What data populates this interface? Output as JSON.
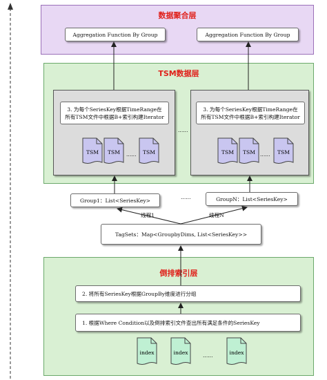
{
  "aggregation_layer": {
    "title": "数据聚合层",
    "functions": [
      "Aggregation Function By Group",
      "Aggregation Function By Group"
    ]
  },
  "tsm_layer": {
    "title": "TSM数据层",
    "panels": [
      {
        "step": "3. 为每个SeriesKey根据TimeRange在所有TSM文件中根据B+索引构建Iterator",
        "files": [
          "TSM",
          "TSM",
          "TSM"
        ],
        "ellipsis": "......"
      },
      {
        "step": "3. 为每个SeriesKey根据TimeRange在所有TSM文件中根据B+索引构建Iterator",
        "files": [
          "TSM",
          "TSM",
          "TSM"
        ],
        "ellipsis": "......"
      }
    ],
    "between_ellipsis": "......"
  },
  "groups": {
    "items": [
      "Group1：List<SeriesKey>",
      "GroupN：List<SeriesKey>"
    ],
    "ellipsis": "......",
    "threads": [
      "线程1",
      "线程N"
    ]
  },
  "tagsets": {
    "label": "TagSets：Map<GroupbyDims, List<SeriesKey>>"
  },
  "inverted_index_layer": {
    "title": "倒排索引层",
    "steps": [
      "2. 将所有SeriesKey根据GroupBy维度进行分组",
      "1. 根据Where Condition以及倒排索引文件查出所有满足条件的SeriesKey"
    ],
    "index_files": [
      "index",
      "index",
      "index"
    ],
    "ellipsis": "......"
  },
  "colors": {
    "aggregation_bg": "#e8d8f4",
    "aggregation_border": "#9a6fb8",
    "tsm_bg": "#d9f0d3",
    "tsm_border": "#6aa86a",
    "panel_bg": "#dcdcdc",
    "tsm_doc": "#c9c6f0",
    "index_doc": "#bff0d3",
    "layer_title": "#e0201a"
  }
}
